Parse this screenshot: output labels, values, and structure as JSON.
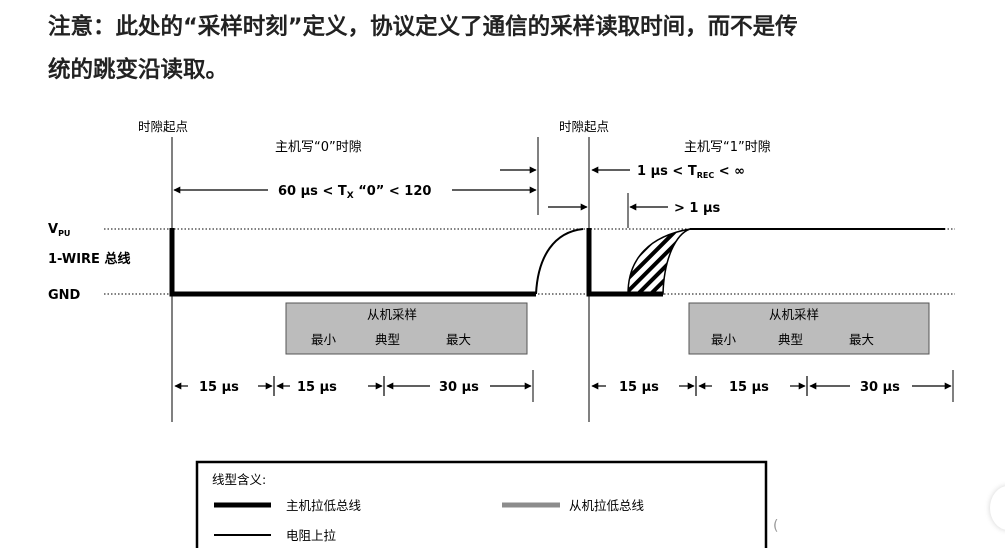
{
  "note": {
    "line1": "注意：此处的“采样时刻”定义，协议定义了通信的采样读取时间，而不是传",
    "line2": "统的跳变沿读取。"
  },
  "diagram": {
    "slot_start_label": "时隙起点",
    "write0": {
      "title": "主机写“0”时隙",
      "tx_pre": "60 µs < T",
      "tx_sub": "X",
      "tx_post": " “0” < 120"
    },
    "write1": {
      "title": "主机写“1”时隙",
      "trec_pre": "1 µs < T",
      "trec_sub": "REC",
      "trec_post": " < ∞",
      "gt1": "> 1 µs"
    },
    "levels": {
      "vpu_main": "V",
      "vpu_sub": "PU",
      "bus": "1-WIRE 总线",
      "gnd": "GND"
    },
    "sample_box": {
      "title": "从机采样",
      "min": "最小",
      "typ": "典型",
      "max": "最大"
    },
    "intervals": [
      "15 µs",
      "15 µs",
      "30 µs"
    ]
  },
  "legend": {
    "title": "线型含义:",
    "items": [
      {
        "name": "master-pull-low",
        "label": "主机拉低总线"
      },
      {
        "name": "slave-pull-low",
        "label": "从机拉低总线"
      },
      {
        "name": "resistor-pullup",
        "label": "电阻上拉"
      }
    ]
  },
  "colors": {
    "sample_box_fill": "#bcbcbc",
    "slave_line": "#8c8c8c",
    "text": "#222222"
  }
}
